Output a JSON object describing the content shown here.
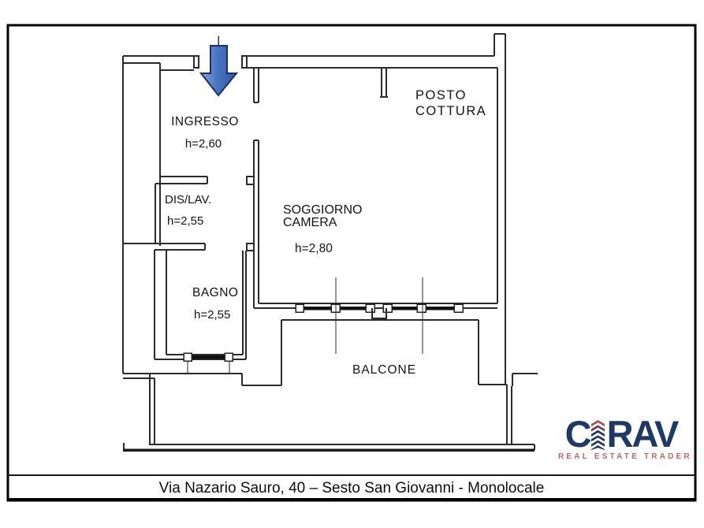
{
  "plan": {
    "rooms": {
      "ingresso": {
        "name": "INGRESSO",
        "height": "h=2,60"
      },
      "dislav": {
        "name": "DIS/LAV.",
        "height": "h=2,55"
      },
      "bagno": {
        "name": "BAGNO",
        "height": "h=2,55"
      },
      "soggiorno": {
        "name_line1": "SOGGIORNO",
        "name_line2": "CAMERA",
        "height": "h=2,80"
      },
      "posto_cottura": {
        "name_line1": "POSTO",
        "name_line2": "COTTURA"
      },
      "balcone": {
        "name": "BALCONE"
      }
    },
    "entrance_arrow": {
      "fill": "#4a74c4",
      "border": "#1b3260"
    }
  },
  "logo": {
    "brand_c": "C",
    "brand_rav": "RAV",
    "tagline": "REAL ESTATE TRADER",
    "navy": "#203864",
    "rose": "#bf6666"
  },
  "caption": {
    "text": "Via Nazario Sauro, 40 – Sesto San Giovanni - Monolocale"
  },
  "colors": {
    "wall_line": "#2b2b2b",
    "window_hardware": "#111111",
    "text": "#141414"
  }
}
